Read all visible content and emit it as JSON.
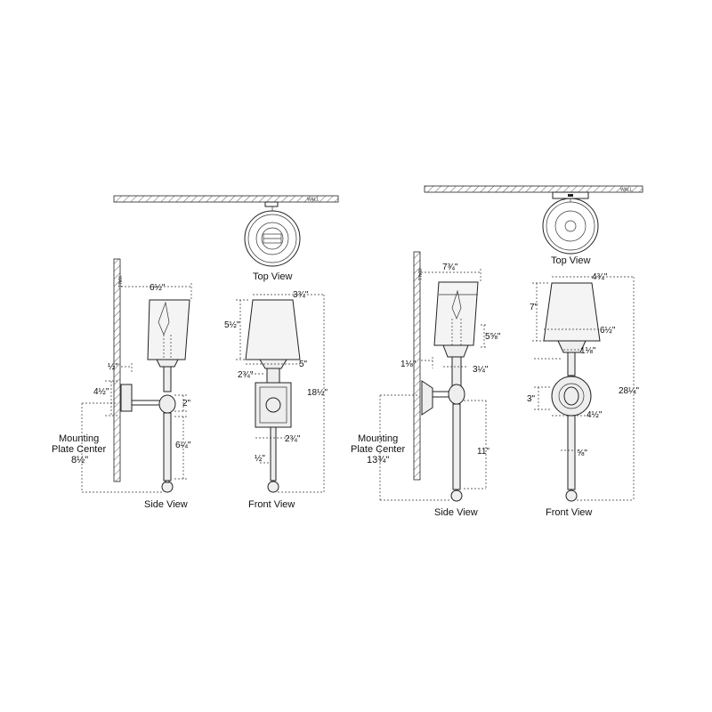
{
  "small": {
    "wall_tag": "WALL",
    "side_wall_tag": "WALL",
    "top_view_label": "Top View",
    "side_view_label": "Side View",
    "front_view_label": "Front View",
    "mounting_label_1": "Mounting",
    "mounting_label_2": "Plate Center",
    "mounting_value": "8½\"",
    "dim_shade_width_side": "6½\"",
    "dim_half": "½\"",
    "dim_plate_height": "4½\"",
    "dim_2": "2\"",
    "dim_lower_arm": "6¼\"",
    "dim_shade_height": "5½\"",
    "dim_top_width": "3¾\"",
    "dim_bottom_width": "5\"",
    "dim_cup_width": "2¾\"",
    "dim_overall_height": "18½\"",
    "dim_plate_width": "2¾\"",
    "dim_stem": "½\""
  },
  "large": {
    "wall_tag": "WALL",
    "side_wall_tag": "WALL",
    "top_view_label": "Top View",
    "side_view_label": "Side View",
    "front_view_label": "Front View",
    "mounting_label_1": "Mounting",
    "mounting_label_2": "Plate Center",
    "mounting_value": "13¾\"",
    "dim_shade_width_side": "7¾\"",
    "dim_arm_offset": "1⅛\"",
    "dim_cup_side": "3¼\"",
    "dim_shade_height_side": "5⅝\"",
    "dim_lower_arm": "11\"",
    "dim_shade_height": "7\"",
    "dim_top_width": "4¾\"",
    "dim_bottom_width": "6½\"",
    "dim_cup": "1⅛\"",
    "dim_plate_height": "3\"",
    "dim_plate_width": "4½\"",
    "dim_stem": "⅝\"",
    "dim_overall_height": "28¼\""
  }
}
